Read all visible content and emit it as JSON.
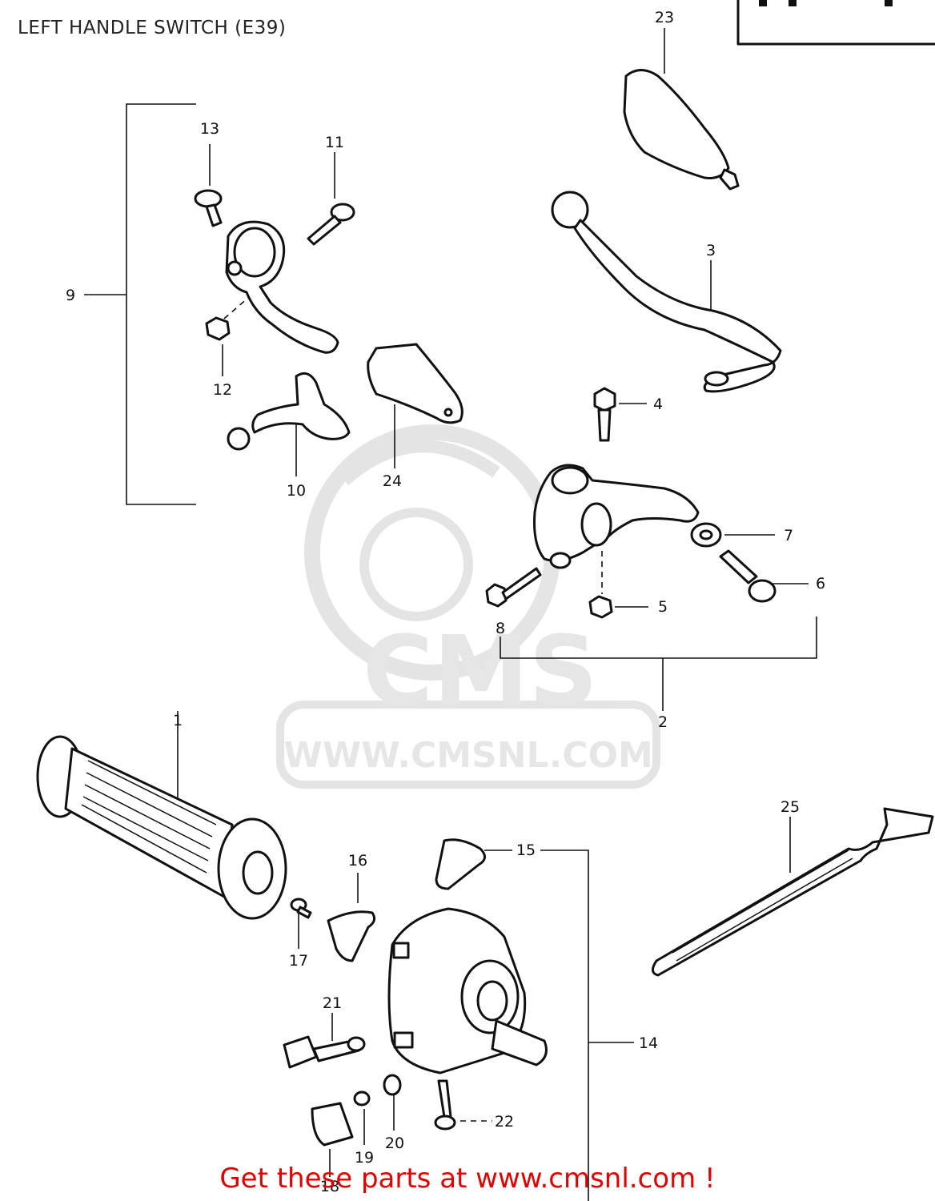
{
  "title": "LEFT HANDLE SWITCH (E39)",
  "footer": "Get these parts at www.cmsnl.com !",
  "watermark": {
    "brand": "CMS",
    "url": "WWW.CMSNL.COM",
    "color": "#dddddd"
  },
  "callouts": [
    "1",
    "2",
    "3",
    "4",
    "5",
    "6",
    "7",
    "8",
    "9",
    "10",
    "11",
    "12",
    "13",
    "14",
    "15",
    "16",
    "17",
    "18",
    "19",
    "20",
    "21",
    "22",
    "23",
    "24",
    "25"
  ],
  "colors": {
    "ink": "#111111",
    "footer": "#e00000"
  }
}
